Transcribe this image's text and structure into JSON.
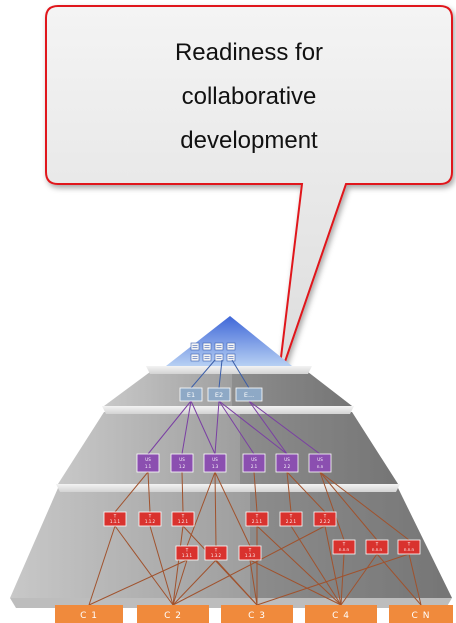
{
  "callout": {
    "lines": [
      "Readiness for",
      "collaborative",
      "development"
    ]
  },
  "apex": {
    "icons": [
      "document-icon",
      "chart-icon",
      "grid-icon",
      "image-icon",
      "document-icon",
      "chart-icon",
      "grid-icon",
      "image-icon"
    ]
  },
  "epics": [
    "E1",
    "E2",
    "E..."
  ],
  "user_stories": [
    {
      "top": "US",
      "bottom": "1.1"
    },
    {
      "top": "US",
      "bottom": "1.2"
    },
    {
      "top": "US",
      "bottom": "1.3"
    },
    {
      "top": "US",
      "bottom": "2.1"
    },
    {
      "top": "US",
      "bottom": "2.2"
    },
    {
      "top": "US",
      "bottom": "n.n"
    }
  ],
  "tasks": [
    {
      "top": "T",
      "bottom": "1.1.1"
    },
    {
      "top": "T",
      "bottom": "1.1.2"
    },
    {
      "top": "T",
      "bottom": "1.2.1"
    },
    {
      "top": "T",
      "bottom": "2.1.1"
    },
    {
      "top": "T",
      "bottom": "2.2.1"
    },
    {
      "top": "T",
      "bottom": "2.2.2"
    },
    {
      "top": "T",
      "bottom": "1.3.1"
    },
    {
      "top": "T",
      "bottom": "1.3.2"
    },
    {
      "top": "T",
      "bottom": "1.3.3"
    },
    {
      "top": "T",
      "bottom": "n.n.n"
    },
    {
      "top": "T",
      "bottom": "n.n.n"
    },
    {
      "top": "T",
      "bottom": "n.n.n"
    }
  ],
  "clients": [
    "C 1",
    "C 2",
    "C 3",
    "C 4",
    "C N"
  ],
  "colors": {
    "callout_border": "#e0191b",
    "callout_fill": "#e9e9e9",
    "apex_blue": "#6a8fe0",
    "pyramid_gray": "#8c8c8c",
    "epic_box": "#8ea9c6",
    "story_box": "#8b4fb0",
    "task_box": "#d9322e",
    "client_box": "#f08a3c",
    "story_line": "#7a3fa3",
    "task_line": "#a0522d",
    "epic_line": "#3a5da8"
  }
}
